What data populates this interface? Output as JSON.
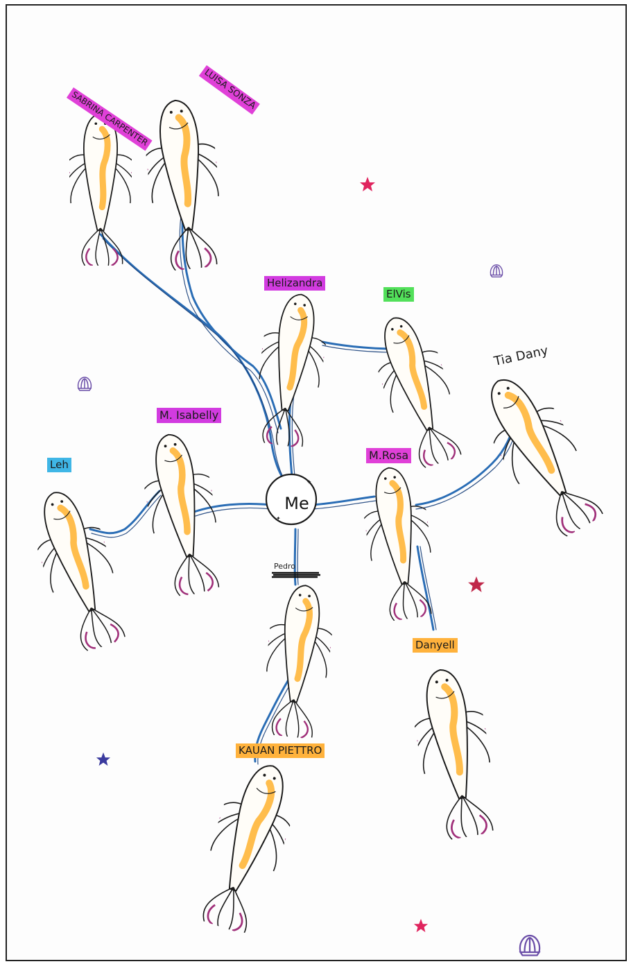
{
  "center": {
    "label": "Me"
  },
  "scribble": "Pedro",
  "nodes": [
    {
      "id": "sabrina",
      "label": "SABRINA CARPENTER",
      "tag_color": "#e040d8"
    },
    {
      "id": "luisa",
      "label": "LUISA SONZA",
      "tag_color": "#e040d8"
    },
    {
      "id": "helizandra",
      "label": "Helizandra",
      "tag_color": "#d23be0"
    },
    {
      "id": "elvis",
      "label": "ElVis",
      "tag_color": "#52e05a"
    },
    {
      "id": "tiadany",
      "label": "Tia Dany",
      "tag_color": ""
    },
    {
      "id": "misabelly",
      "label": "M. Isabelly",
      "tag_color": "#d23be0"
    },
    {
      "id": "leh",
      "label": "Leh",
      "tag_color": "#3fb6e6"
    },
    {
      "id": "mrosa",
      "label": "M.Rosa",
      "tag_color": "#e040d8"
    },
    {
      "id": "danyell",
      "label": "Danyell",
      "tag_color": "#ffb23c"
    },
    {
      "id": "kauan",
      "label": "KAUAN PIETTRO",
      "tag_color": "#ffb23c"
    }
  ],
  "colors": {
    "ink": "#1b1b1b",
    "connector": "#2a6db5",
    "connector_dark": "#173f7a",
    "fish_orange": "#ffb12e",
    "fin_purple": "#a0307a",
    "star_red": "#e0245e",
    "star_blue": "#3a3a9e"
  }
}
